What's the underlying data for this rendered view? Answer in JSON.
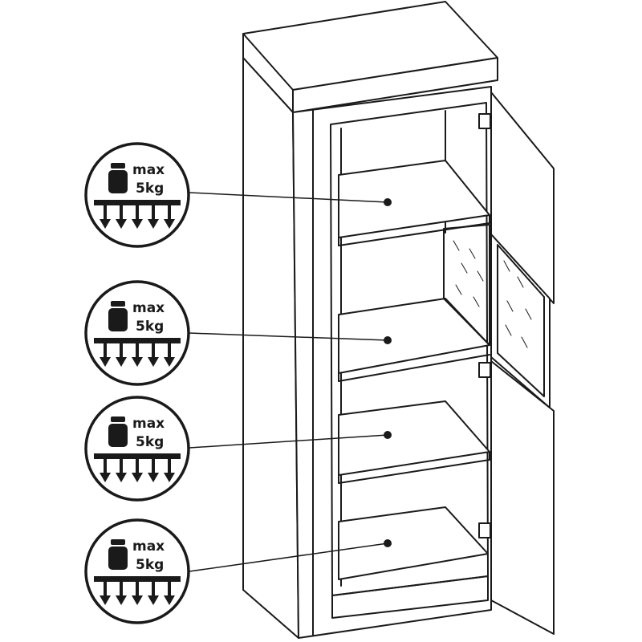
{
  "diagram": {
    "line_color": "#1a1a1a",
    "background": "#ffffff",
    "badge_icon": "weight-icon",
    "load_icon": "downward-load-arrows-icon",
    "badges": [
      {
        "max_label": "max",
        "weight_label": "5kg"
      },
      {
        "max_label": "max",
        "weight_label": "5kg"
      },
      {
        "max_label": "max",
        "weight_label": "5kg"
      },
      {
        "max_label": "max",
        "weight_label": "5kg"
      }
    ]
  }
}
